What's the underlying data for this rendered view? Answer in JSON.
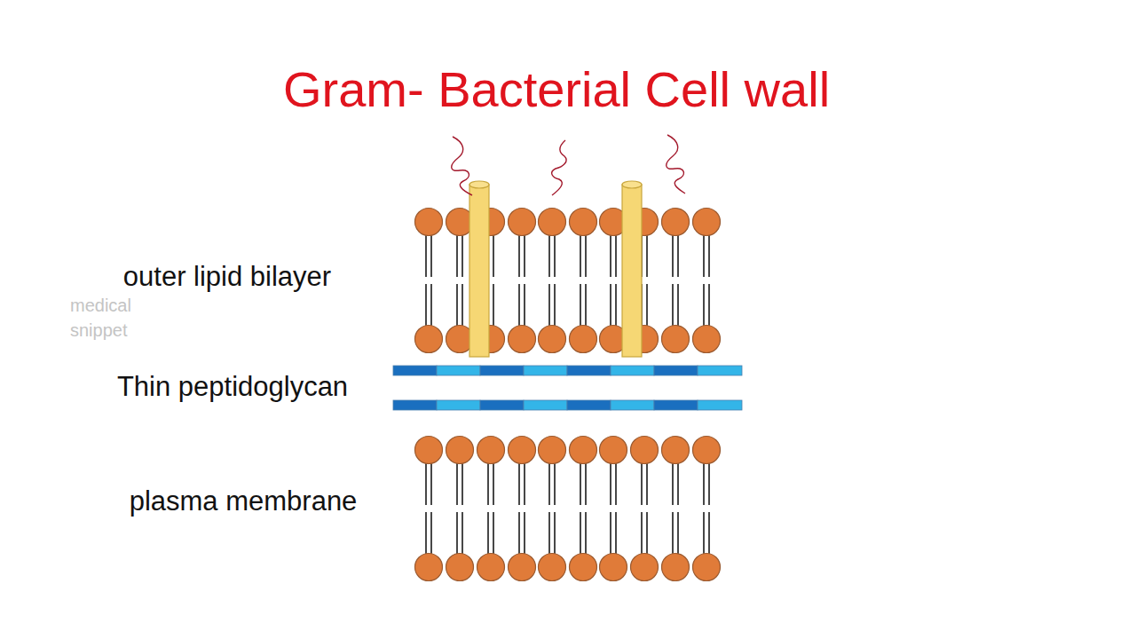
{
  "diagram": {
    "title": "Gram- Bacterial Cell wall",
    "labels": [
      "outer lipid bilayer",
      "medical snippet",
      "Thin peptidoglycan",
      "plasma membrane"
    ]
  }
}
